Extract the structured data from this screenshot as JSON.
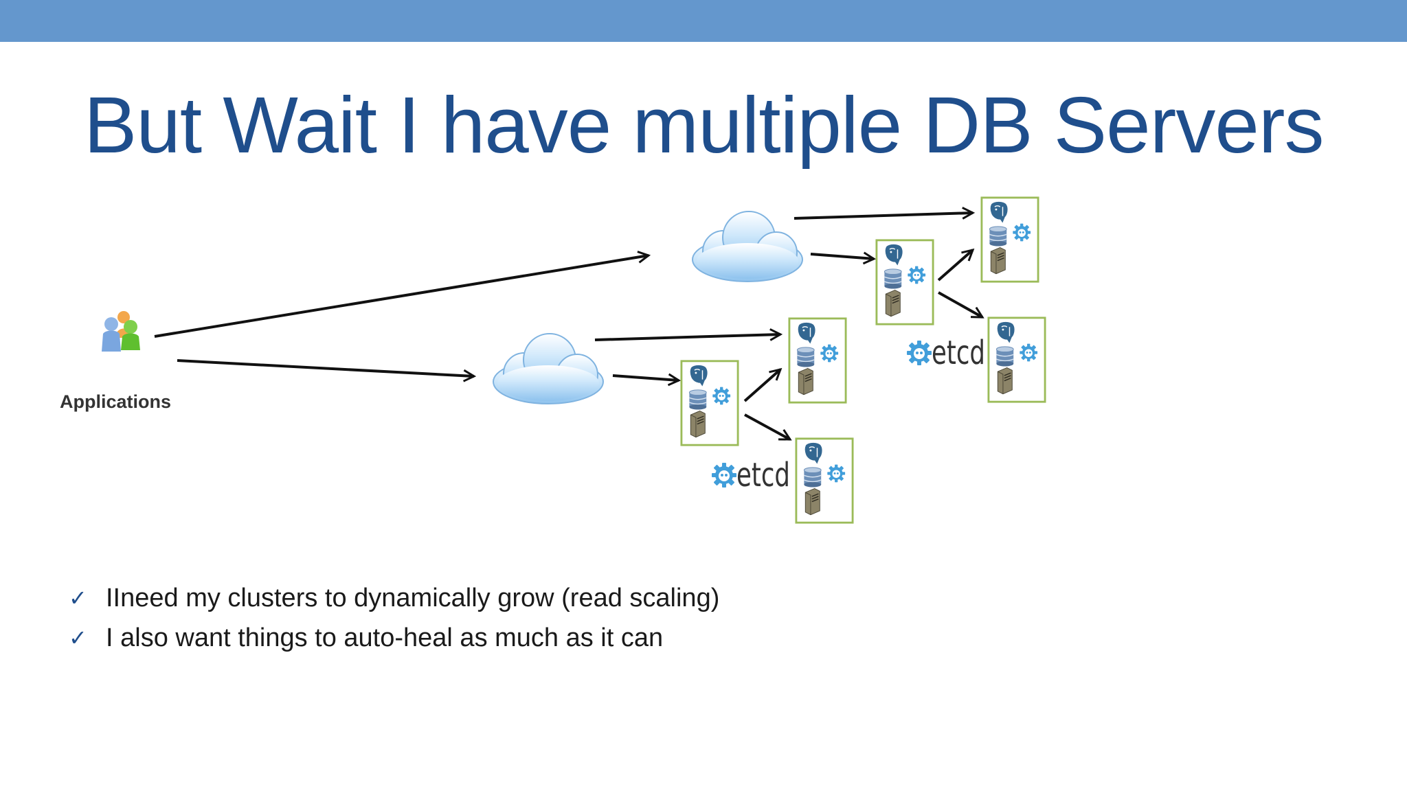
{
  "slide": {
    "title": "But Wait I have multiple DB Servers"
  },
  "diagram": {
    "applications_label": "Applications",
    "etcd_label": "etcd",
    "icons": {
      "applications": "users-icon",
      "load_balancer": "cloud-icon",
      "server": "postgres-server-icon",
      "etcd": "etcd-logo-icon"
    },
    "colors": {
      "server_box_border": "#9bbb59",
      "postgres_blue": "#336791",
      "etcd_blue": "#419eda",
      "cloud_blue": "#a9d3f5"
    }
  },
  "bullets": [
    {
      "icon": "checkmark-icon",
      "text": "IIneed my clusters to dynamically grow (read scaling)"
    },
    {
      "icon": "checkmark-icon",
      "text": "I also want things to auto-heal as much as it can"
    }
  ],
  "colors": {
    "header_bar": "#6497cd",
    "title": "#1f4e8c"
  }
}
